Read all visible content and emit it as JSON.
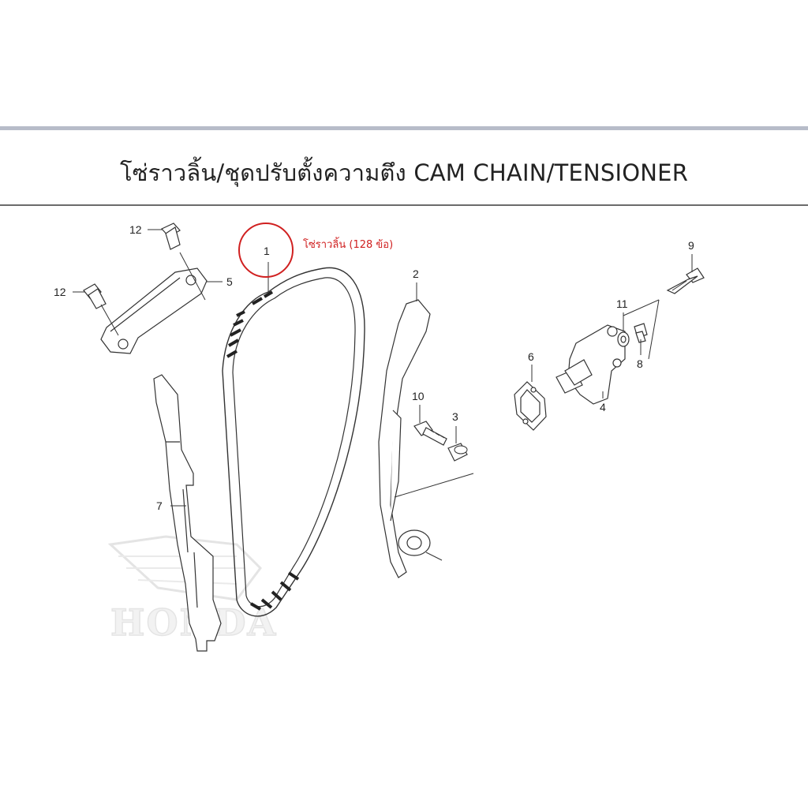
{
  "header": {
    "title": "โซ่ราวลิ้น/ชุดปรับตั้งความตึง  CAM CHAIN/TENSIONER"
  },
  "callouts": [
    {
      "id": "1",
      "label": "1"
    },
    {
      "id": "2",
      "label": "2"
    },
    {
      "id": "3",
      "label": "3"
    },
    {
      "id": "4",
      "label": "4"
    },
    {
      "id": "5",
      "label": "5"
    },
    {
      "id": "6",
      "label": "6"
    },
    {
      "id": "7",
      "label": "7"
    },
    {
      "id": "8",
      "label": "8"
    },
    {
      "id": "9",
      "label": "9"
    },
    {
      "id": "10",
      "label": "10"
    },
    {
      "id": "11",
      "label": "11"
    },
    {
      "id": "12a",
      "label": "12"
    },
    {
      "id": "12b",
      "label": "12"
    }
  ],
  "annotation": {
    "text": "โซ่ราวลิ้น (128 ข้อ)",
    "color": "#d02020"
  },
  "watermark": {
    "text": "HONDA"
  },
  "colors": {
    "rule": "#b7bcc9",
    "line": "#333333",
    "highlight": "#d02020"
  }
}
